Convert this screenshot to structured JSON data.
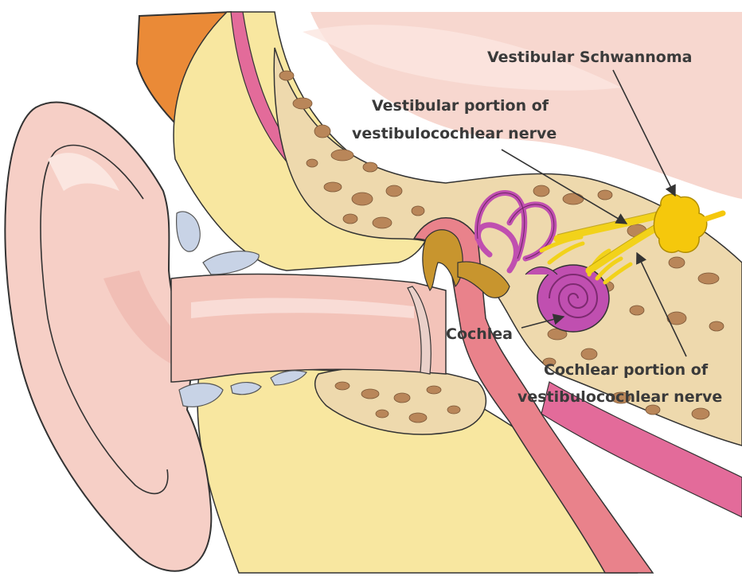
{
  "labels": {
    "schwannoma": "Vestibular Schwannoma",
    "vestibular_line1": "Vestibular portion of",
    "vestibular_line2": "vestibulocochlear nerve",
    "cochlea": "Cochlea",
    "cochlear_line1": "Cochlear portion of",
    "cochlear_line2": "vestibulocochlear nerve"
  },
  "colors": {
    "skin": "#f6cfc6",
    "skin_dark": "#eeb3aa",
    "fat": "#f8e7a0",
    "fat_light": "#fbf0c0",
    "bone": "#eed9ad",
    "bone_hole": "#b98659",
    "hair": "#ea8a37",
    "muscle": "#e36b9a",
    "cartilage": "#c8d3e6",
    "canal": "#f3c3b9",
    "tube": "#e9828b",
    "ossicle": "#c8952e",
    "cochlea": "#c04fb0",
    "nerve": "#f2d21a",
    "tumor": "#f5c80c",
    "text": "#3a3a3a",
    "arrow": "#333333"
  }
}
